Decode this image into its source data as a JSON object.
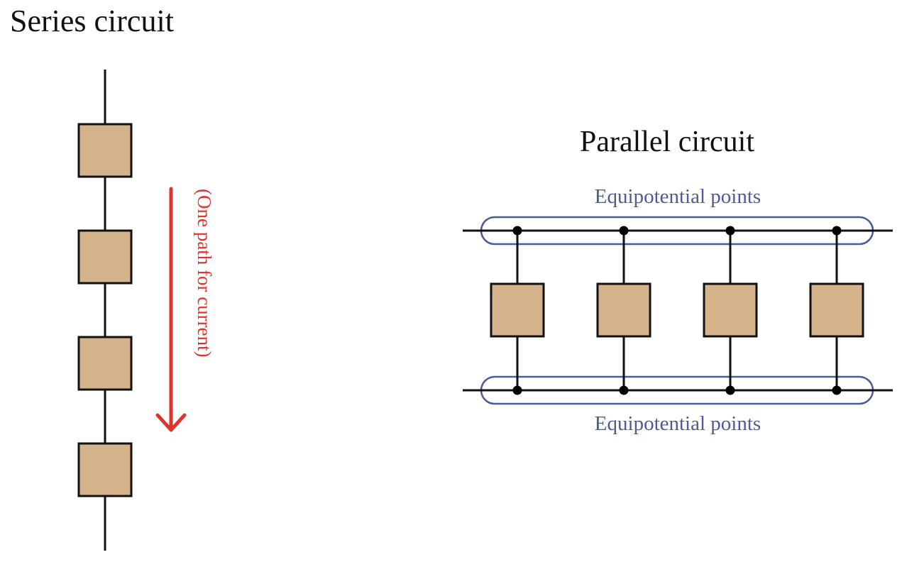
{
  "series": {
    "title": "Series circuit",
    "current_note": "(One path for current)",
    "component_count": 4
  },
  "parallel": {
    "title": "Parallel circuit",
    "top_label": "Equipotential points",
    "bottom_label": "Equipotential points",
    "component_count": 4
  },
  "colors": {
    "wire": "#111111",
    "component_fill": "#d4b38a",
    "component_stroke": "#111111",
    "arrow": "#e0332b",
    "equipotential": "#4a5b9a",
    "node": "#000000"
  }
}
